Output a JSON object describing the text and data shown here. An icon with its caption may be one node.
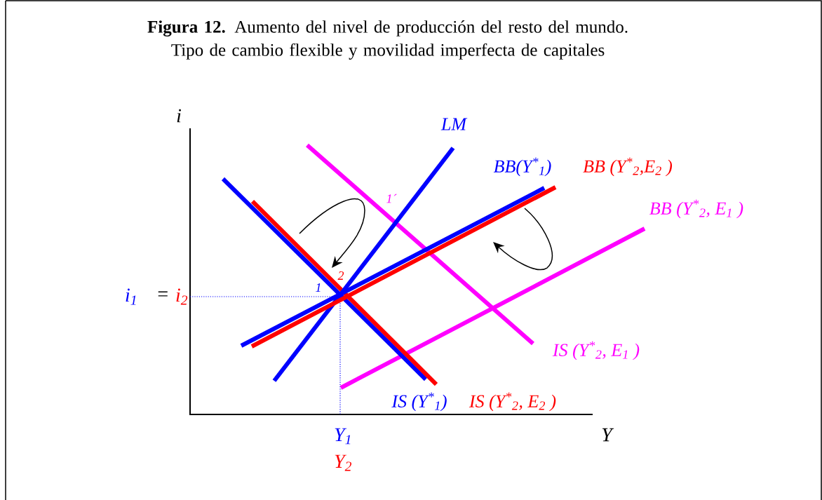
{
  "diagram": {
    "title": "**Figura 12.** Aumento del nivel de producción del resto del mundo. Tipo de cambio flexible y movilidad imperfecta de capitales",
    "labels": [
      "i",
      "LM",
      "BB(Y$^{*}$$_{1}$)",
      "BB (Y$^{*}$$_{2}$,E$_{2}$ )",
      "1´",
      "BB (Y$^{*}$$_{2}$, E$_{1}$ )",
      "2",
      "1",
      "i$_{1}$",
      "=",
      "i$_{2}$",
      "IS (Y$^{*}$$_{2}$, E$_{1}$ )",
      "IS (Y$^{*}$$_{1}$)",
      "IS (Y$^{*}$$_{2}$, E$_{2}$ )",
      "Y",
      "Y$_{1}$",
      "Y$_{2}$"
    ]
  }
}
